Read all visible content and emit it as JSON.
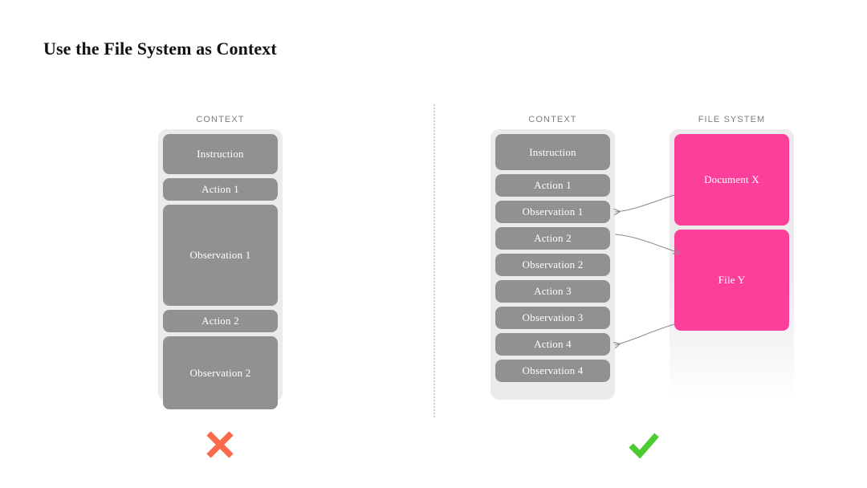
{
  "slide": {
    "title": "Use the File System as Context"
  },
  "colors": {
    "block_gray": "#919191",
    "block_pink": "#fc3f9b",
    "panel_bg": "#ebebeb",
    "cross_red": "#fb6a4a",
    "check_green": "#4ccb2f",
    "divider_gray": "#c9c9c9",
    "header_text": "#7d7d7d"
  },
  "left": {
    "header": "CONTEXT",
    "blocks": [
      {
        "label": "Instruction",
        "height": 50,
        "kind": "gray"
      },
      {
        "label": "Action 1",
        "height": 28,
        "kind": "gray"
      },
      {
        "label": "Observation 1",
        "height": 126,
        "kind": "gray"
      },
      {
        "label": "Action 2",
        "height": 28,
        "kind": "gray"
      },
      {
        "label": "Observation 2",
        "height": 91,
        "kind": "gray"
      }
    ]
  },
  "right": {
    "header": "CONTEXT",
    "blocks": [
      {
        "label": "Instruction",
        "height": 45,
        "kind": "gray"
      },
      {
        "label": "Action 1",
        "height": 28,
        "kind": "gray"
      },
      {
        "label": "Observation 1",
        "height": 28,
        "kind": "gray"
      },
      {
        "label": "Action 2",
        "height": 28,
        "kind": "gray"
      },
      {
        "label": "Observation 2",
        "height": 28,
        "kind": "gray"
      },
      {
        "label": "Action 3",
        "height": 28,
        "kind": "gray"
      },
      {
        "label": "Observation 3",
        "height": 28,
        "kind": "gray"
      },
      {
        "label": "Action 4",
        "height": 28,
        "kind": "gray"
      },
      {
        "label": "Observation 4",
        "height": 28,
        "kind": "gray"
      }
    ]
  },
  "filesystem": {
    "header": "FILE SYSTEM",
    "blocks": [
      {
        "label": "Document X",
        "height": 114,
        "kind": "pink"
      },
      {
        "label": "File Y",
        "height": 126,
        "kind": "pink"
      }
    ]
  },
  "connectors": [
    {
      "name": "document-x-to-observation-1",
      "from": "Document X",
      "to": "Observation 1",
      "direction": "left"
    },
    {
      "name": "action-2-to-file-y",
      "from": "Action 2",
      "to": "File Y",
      "direction": "right"
    },
    {
      "name": "file-y-to-action-4",
      "from": "File Y",
      "to": "Action 4",
      "direction": "left"
    }
  ],
  "verdicts": {
    "left": {
      "name": "cross-mark",
      "glyph": "✕",
      "meaning": "bad"
    },
    "right": {
      "name": "check-mark",
      "glyph": "✓",
      "meaning": "good"
    }
  }
}
